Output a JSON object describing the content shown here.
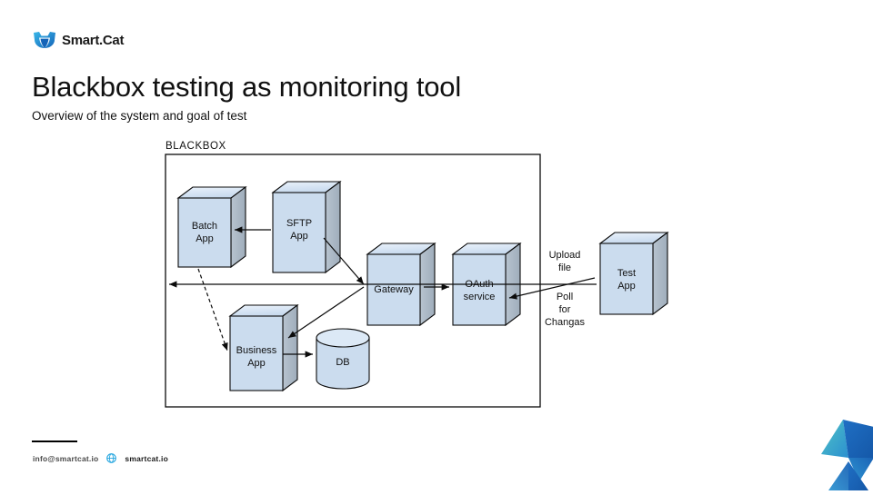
{
  "brand": {
    "name": "Smart.Cat",
    "logo_icon": "smartcat-logo-icon",
    "logo_color": "#1f7fd4"
  },
  "header": {
    "title": "Blackbox testing as monitoring tool",
    "subtitle": "Overview of the system and goal of test"
  },
  "diagram": {
    "boundary_label": "BLACKBOX",
    "boundary_name": "blackbox-boundary",
    "colors": {
      "box_front": "#cbdcee",
      "box_top": "#dce9f6",
      "box_side": "#a9b6c3",
      "stroke": "#0b0b0b"
    },
    "nodes": [
      {
        "id": "batch-app",
        "label_line1": "Batch",
        "label_line2": "App",
        "shape": "cube"
      },
      {
        "id": "sftp-app",
        "label_line1": "SFTP",
        "label_line2": "App",
        "shape": "cube"
      },
      {
        "id": "business-app",
        "label_line1": "Business",
        "label_line2": "App",
        "shape": "cube"
      },
      {
        "id": "gateway",
        "label_line1": "Gateway",
        "label_line2": "",
        "shape": "cube"
      },
      {
        "id": "oauth",
        "label_line1": "OAuth",
        "label_line2": "service",
        "shape": "cube"
      },
      {
        "id": "db",
        "label_line1": "DB",
        "label_line2": "",
        "shape": "cylinder"
      },
      {
        "id": "test-app",
        "label_line1": "Test",
        "label_line2": "App",
        "shape": "cube"
      }
    ],
    "edge_labels": {
      "upload_file": "Upload\nfile",
      "upload_file_l1": "Upload",
      "upload_file_l2": "file",
      "poll_l1": "Poll",
      "poll_l2": "for",
      "poll_l3": "Changas"
    }
  },
  "footer": {
    "email": "info@smartcat.io",
    "site": "smartcat.io",
    "globe_icon": "globe-icon",
    "corner_icon": "corner-decoration-icon"
  }
}
